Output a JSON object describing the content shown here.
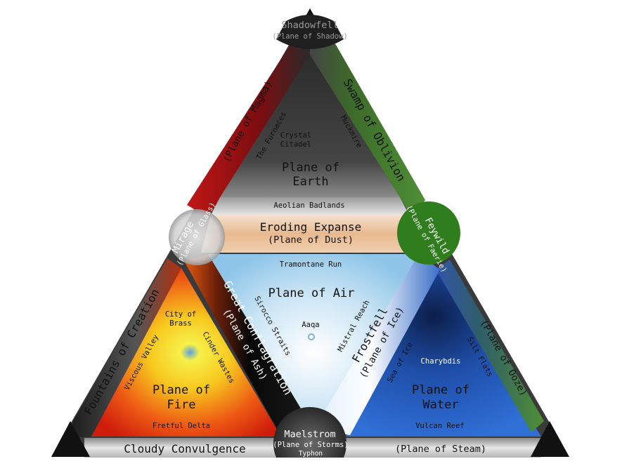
{
  "diagram": {
    "corners": {
      "top": {
        "name": "Shadowfell",
        "sub": "(Plane of Shadow)"
      },
      "bottom_center": {
        "name": "Maelstrom",
        "sub": "(Plane of Storms)",
        "place": "Typhon"
      }
    },
    "planes": {
      "earth": {
        "line1": "Plane of",
        "line2": "Earth",
        "places": [
          "Crystal",
          "Citadel",
          "The Furnaces",
          "Muckmire"
        ]
      },
      "air": {
        "title": "Plane of Air",
        "places": [
          "Tramontane Run",
          "Sirocco Straits",
          "Mistral Reach",
          "Aaqa"
        ]
      },
      "fire": {
        "line1": "Plane of",
        "line2": "Fire",
        "places": [
          "City of",
          "Brass",
          "Viscous Valley",
          "Cinder Wastes",
          "Fretful Delta"
        ]
      },
      "water": {
        "line1": "Plane of",
        "line2": "Water",
        "places": [
          "Charybdis",
          "Sea of Ice",
          "Silt Flats",
          "Vulcan Reef"
        ]
      }
    },
    "paraplanes": {
      "dust": {
        "name": "Eroding Expanse",
        "sub": "(Plane of Dust)",
        "place": "Aeolian Badlands"
      },
      "magma": {
        "sub": "(Plane of Magma)"
      },
      "ooze": {
        "name": "Swamp of Oblivion",
        "sub": "(Plane of Ooze)"
      },
      "ash": {
        "name": "Great Conflagration",
        "sub": "(Plane of Ash)"
      },
      "ice": {
        "name": "Frostfell",
        "sub": "(Plane of Ice)"
      },
      "glass": {
        "name": "Mirage",
        "sub": "(Plane of Glass)"
      },
      "faerie": {
        "name": "Feywild",
        "sub": "(Plane of Faerie)"
      },
      "smoke": {
        "name": "Fountains of Creation"
      },
      "mist": {
        "name": "Cloudy Convulgence"
      },
      "steam": {
        "sub": "(Plane of Steam)"
      }
    },
    "colors": {
      "earth": "#3d3d3d",
      "dust": "#e8b98f",
      "air": "#a9d3ee",
      "fire": "#e23a10",
      "water": "#1e57b8",
      "ooze": "#3e7a2a",
      "magma": "#b3151a",
      "faerie": "#2f7d1d",
      "corner": "#111111"
    }
  }
}
